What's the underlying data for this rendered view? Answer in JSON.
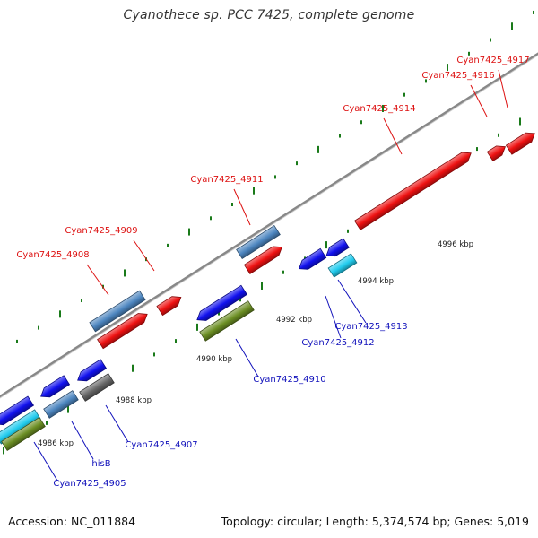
{
  "title": "Cyanothece sp. PCC 7425, complete genome",
  "footer": {
    "accession": "Accession: NC_011884",
    "summary": "Topology: circular; Length: 5,374,574 bp; Genes: 5,019"
  },
  "colors": {
    "forward_label": "#dd1111",
    "reverse_label": "#1111bb",
    "backbone": "#888888",
    "tick": "#1a7a1a",
    "red": "#ee1111",
    "blue": "#1111ee",
    "steelblue": "#4d86c0",
    "cyan": "#22ccee",
    "olive": "#6b8e23",
    "gray": "#666666"
  },
  "scale_labels": [
    "4986 kbp",
    "4988 kbp",
    "4990 kbp",
    "4992 kbp",
    "4994 kbp",
    "4996 kbp"
  ],
  "forward_labels": [
    "Cyan7425_4908",
    "Cyan7425_4909",
    "Cyan7425_4911",
    "Cyan7425_4914",
    "Cyan7425_4916",
    "Cyan7425_4917"
  ],
  "reverse_labels": [
    "Cyan7425_4905",
    "hisB",
    "Cyan7425_4907",
    "Cyan7425_4910",
    "Cyan7425_4912",
    "Cyan7425_4913"
  ]
}
